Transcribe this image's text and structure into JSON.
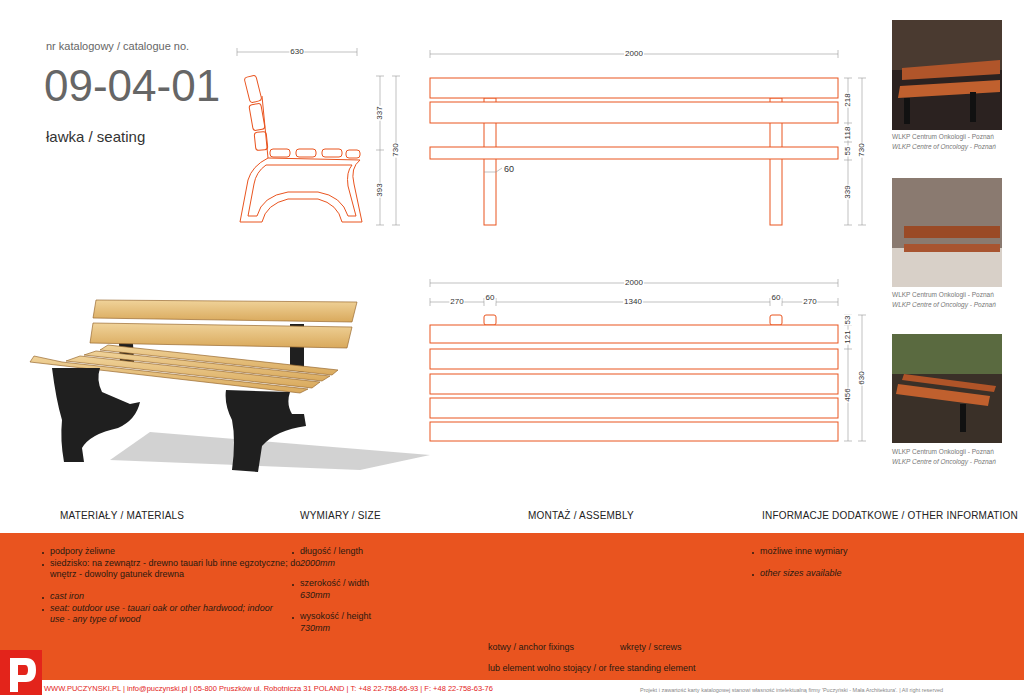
{
  "diagram": {
    "title": "09-04-01",
    "nodes": [
      {
        "text": [
          "podpory żeliwne",
          "siedzisko: na zewnątrz - drewno tauari lub inne egzotyczne; do wnętrz - dowolny gatunek drewna",
          "cast iron",
          "seat: outdoor use - tauari oak or other hardwood; indoor use - any type of wood",
          "długość / length",
          "2000mm",
          "szerokość / width",
          "630mm",
          "wysokość / height",
          "730mm",
          "kotwy / anchor fixings",
          "wkręty / screws",
          "lub element wolno stojący / or free standing element",
          "możliwe inne wymiary",
          "other sizes available"
        ]
      }
    ],
    "labels": [
      "nr katalogowy / catalogue no.",
      "ławka / seating",
      "630",
      "337",
      "730",
      "393",
      "2000",
      "218",
      "118",
      "55",
      "730",
      "339",
      "60",
      "2000",
      "270",
      "60",
      "1340",
      "60",
      "270",
      "53",
      "121",
      "456",
      "630",
      "WLKP Centrum Onkologii - Poznań",
      "WLKP Centre of Oncology - Poznań",
      "WLKP Centrum Onkologii - Poznań",
      "WLKP Centre of Oncology - Poznań",
      "WLKP Centrum Onkologii - Poznań",
      "WLKP Centre of Oncology - Poznań",
      "MATERIAŁY / MATERIALS",
      "WYMIARY / SIZE",
      "MONTAŻ / ASSEMBLY",
      "INFORMACJE DODATKOWE / OTHER INFORMATION",
      "WWW.PUCZYNSKI.PL | info@puczynski.pl | 05-800 Pruszków ul. Robotnicza 31 POLAND | T: +48 22-758-66-93 | F: +48 22-758-63-76",
      "Projekt i zawartość karty katalogowej stanowi własność intelektualną firmy 'Puczyński - Mała Architektura'. | All right reserved"
    ]
  }
}
